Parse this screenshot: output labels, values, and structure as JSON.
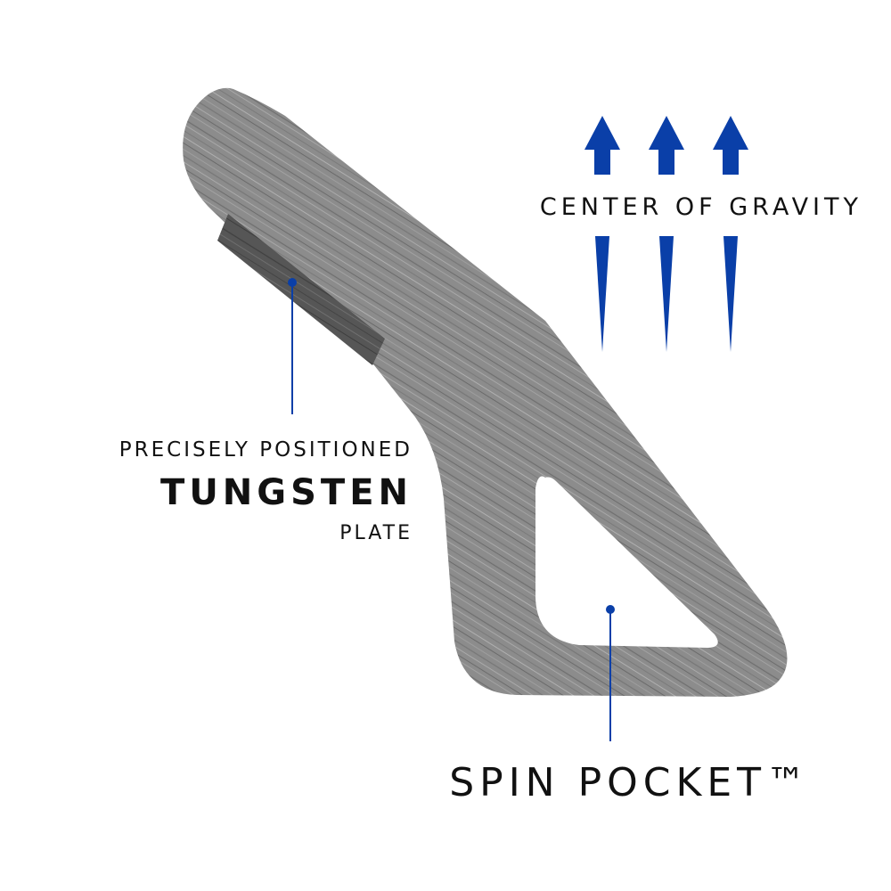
{
  "labels": {
    "center_of_gravity": "CENTER OF GRAVITY",
    "tungsten_line1": "PRECISELY POSITIONED",
    "tungsten_line2": "TUNGSTEN",
    "tungsten_line3": "PLATE",
    "spin_pocket": "SPIN POCKET™"
  },
  "colors": {
    "accent_blue": "#0a3fa8",
    "metal_gray": "#8a8a8a",
    "tungsten_dark": "#555555",
    "text": "#111111"
  },
  "icons": {
    "arrow": "arrow-up-icon"
  }
}
